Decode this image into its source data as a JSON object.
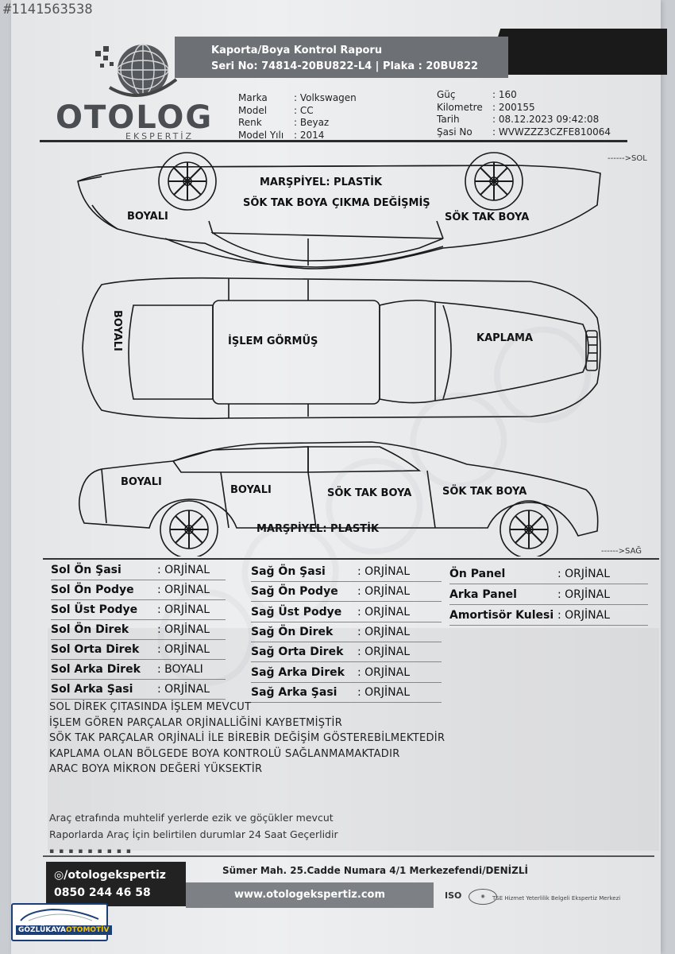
{
  "listing_id": "#1141563538",
  "header": {
    "report_title": "Kaporta/Boya Kontrol Raporu",
    "serial_line": "Seri No: 74814-20BU822-L4 | Plaka : 20BU822",
    "logo_word": "OTOLOG",
    "logo_sub": "EKSPERTİZ"
  },
  "vehicle": {
    "left": [
      {
        "k": "Marka",
        "v": ": Volkswagen"
      },
      {
        "k": "Model",
        "v": ": CC"
      },
      {
        "k": "Renk",
        "v": ": Beyaz"
      },
      {
        "k": "Model Yılı",
        "v": ": 2014"
      }
    ],
    "right": [
      {
        "k": "Güç",
        "v": ": 160"
      },
      {
        "k": "Kilometre",
        "v": ": 200155"
      },
      {
        "k": "Tarih",
        "v": ": 08.12.2023 09:42:08"
      },
      {
        "k": "Şasi No",
        "v": ": WVWZZZ3CZFE810064"
      }
    ]
  },
  "diagram": {
    "side_left": "------>SOL",
    "side_right": "------>SAĞ",
    "left_view": {
      "marspiyel": "MARŞPİYEL: PLASTİK",
      "rear": "BOYALI",
      "rear_door": "SÖK TAK BOYA",
      "front_door": "ÇIKMA DEĞİŞMİŞ",
      "fender": "SÖK TAK BOYA"
    },
    "top_view": {
      "trunk": "BOYALI",
      "roof": "İŞLEM GÖRMÜŞ",
      "hood": "KAPLAMA"
    },
    "right_view": {
      "rear": "BOYALI",
      "rear_door": "BOYALI",
      "front_door": "SÖK TAK BOYA",
      "fender": "SÖK TAK BOYA",
      "marspiyel": "MARŞPİYEL: PLASTİK"
    }
  },
  "parts": {
    "col1": [
      {
        "name": "Sol Ön Şasi",
        "value": ": ORJİNAL"
      },
      {
        "name": "Sol Ön Podye",
        "value": ": ORJİNAL"
      },
      {
        "name": "Sol Üst Podye",
        "value": ": ORJİNAL"
      },
      {
        "name": "Sol Ön Direk",
        "value": ": ORJİNAL"
      },
      {
        "name": "Sol Orta Direk",
        "value": ": ORJİNAL"
      },
      {
        "name": "Sol Arka Direk",
        "value": ": BOYALI"
      },
      {
        "name": "Sol Arka Şasi",
        "value": ": ORJİNAL"
      }
    ],
    "col2": [
      {
        "name": "Sağ Ön Şasi",
        "value": ": ORJİNAL"
      },
      {
        "name": "Sağ Ön Podye",
        "value": ": ORJİNAL"
      },
      {
        "name": "Sağ Üst Podye",
        "value": ": ORJİNAL"
      },
      {
        "name": "Sağ Ön Direk",
        "value": ": ORJİNAL"
      },
      {
        "name": "Sağ Orta Direk",
        "value": ": ORJİNAL"
      },
      {
        "name": "Sağ Arka Direk",
        "value": ": ORJİNAL"
      },
      {
        "name": "Sağ Arka Şasi",
        "value": ": ORJİNAL"
      }
    ],
    "col3": [
      {
        "name": "Ön Panel",
        "value": ": ORJİNAL"
      },
      {
        "name": "Arka Panel",
        "value": ": ORJİNAL"
      },
      {
        "name": "Amortisör Kulesi",
        "value": ": ORJİNAL"
      }
    ]
  },
  "notes": [
    "SOL DİREK ÇITASINDA İŞLEM MEVCUT",
    "İŞLEM GÖREN PARÇALAR ORJİNALLİĞİNİ KAYBETMİŞTİR",
    "SÖK TAK PARÇALAR ORJİNALİ İLE BİREBİR DEĞİŞİM GÖSTEREBİLMEKTEDİR",
    "KAPLAMA OLAN BÖLGEDE BOYA KONTROLÜ SAĞLANMAMAKTADIR",
    "ARAC BOYA MİKRON DEĞERİ YÜKSEKTİR"
  ],
  "footnotes": [
    "Araç etrafında muhtelif yerlerde ezik ve göçükler mevcut",
    "Raporlarda Araç İçin belirtilen durumlar 24 Saat Geçerlidir"
  ],
  "footer": {
    "instagram": "/otologekspertiz",
    "phone": "0850 244 46 58",
    "address": "Sümer Mah. 25.Cadde Numara 4/1 Merkezefendi/DENİZLİ",
    "website": "www.otologekspertiz.com",
    "iso": "ISO",
    "tse": "TSE Hizmet Yeterlilik Belgeli Ekspertiz Merkezi"
  },
  "dealer_badge": {
    "name": "GÖZLÜKAYA",
    "suffix": "OTOMOTİV"
  }
}
